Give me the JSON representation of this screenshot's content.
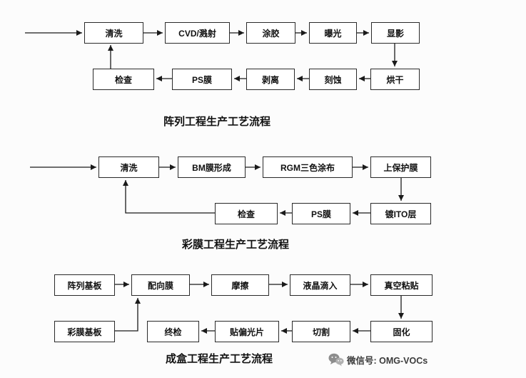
{
  "charts": [
    {
      "title": "阵列工程生产工艺流程",
      "row1": [
        "清洗",
        "CVD/溅射",
        "涂胶",
        "曝光",
        "显影"
      ],
      "row2": [
        "检查",
        "PS膜",
        "剥离",
        "刻蚀",
        "烘干"
      ]
    },
    {
      "title": "彩膜工程生产工艺流程",
      "row1": [
        "清洗",
        "BM膜形成",
        "RGM三色涂布",
        "上保护膜"
      ],
      "row2": [
        "检查",
        "PS膜",
        "镀ITO层"
      ]
    },
    {
      "title": "成盒工程生产工艺流程",
      "row1": [
        "阵列基板",
        "配向膜",
        "摩擦",
        "液晶滴入",
        "真空粘贴"
      ],
      "row2": [
        "彩膜基板",
        "终检",
        "贴偏光片",
        "切割",
        "固化"
      ]
    }
  ],
  "footer": {
    "wechat_label": "微信号: OMG-VOCs"
  },
  "colors": {
    "line": "#1a1a1a",
    "box_border": "#2a2a2a",
    "background": "#fcfcfc"
  }
}
